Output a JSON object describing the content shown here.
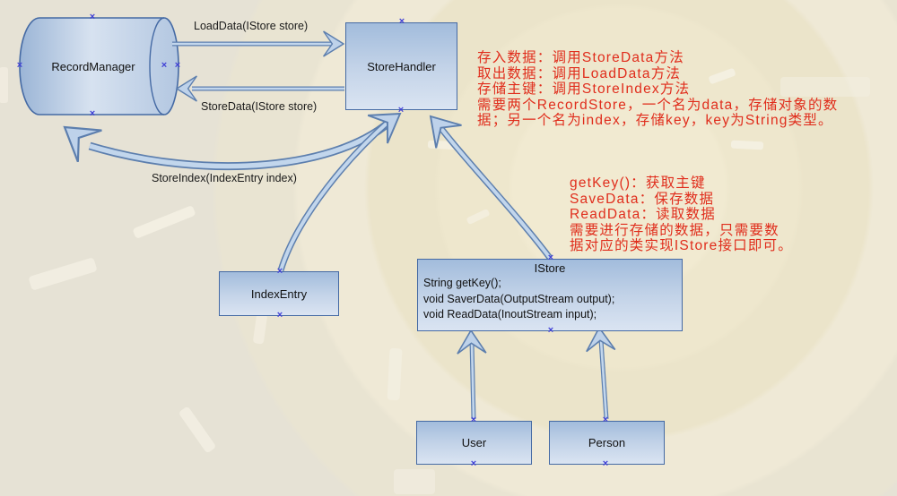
{
  "colors": {
    "background_base": "#e6e2d5",
    "node_fill_top": "#a2bcdc",
    "node_fill_bottom": "#dae4f2",
    "node_border": "#456aa4",
    "arrow_outline": "#5d7fae",
    "arrow_fill": "#c2d6ec",
    "note_text": "#e02d1c",
    "label_text": "#1b1b1b",
    "connection_marker_color": "#4141d6"
  },
  "nodes": {
    "record_manager": {
      "label": "RecordManager"
    },
    "store_handler": {
      "label": "StoreHandler"
    },
    "index_entry": {
      "label": "IndexEntry"
    },
    "istore": {
      "title": "IStore",
      "members": [
        "String getKey();",
        "void SaverData(OutputStream output);",
        "void ReadData(InoutStream input);"
      ]
    },
    "user": {
      "label": "User"
    },
    "person": {
      "label": "Person"
    }
  },
  "edges": {
    "load_data": {
      "label": "LoadData(IStore store)"
    },
    "store_data": {
      "label": "StoreData(IStore store)"
    },
    "store_index": {
      "label": "StoreIndex(IndexEntry index)"
    }
  },
  "notes": {
    "store_note": "存入数据：调用StoreData方法\n取出数据：调用LoadData方法\n存储主键：调用StoreIndex方法\n需要两个RecordStore，一个名为data，存储对象的数\n据；另一个名为index，存储key，key为String类型。",
    "istore_note": "getKey()：获取主键\nSaveData：保存数据\nReadData：读取数据\n需要进行存储的数据，只需要数\n据对应的类实现IStore接口即可。"
  },
  "decor": {
    "connection_marker": "×"
  }
}
